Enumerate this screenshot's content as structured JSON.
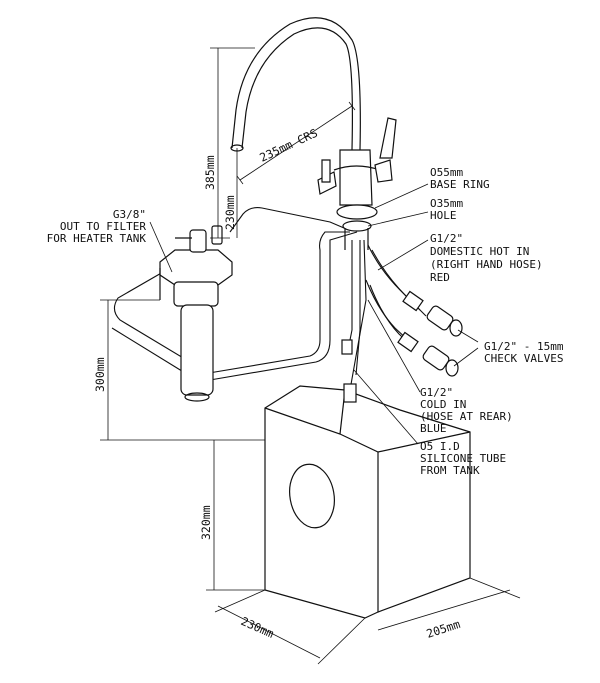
{
  "dimensions": {
    "crs": "235mm CRS",
    "spout_height": "385mm",
    "tap_height": "230mm",
    "filter_height": "300mm",
    "tank_height": "320mm",
    "tank_width": "230mm",
    "tank_depth": "205mm"
  },
  "labels": {
    "base_ring": [
      "O55mm",
      "BASE RING"
    ],
    "hole": [
      "O35mm",
      "HOLE"
    ],
    "domestic_hot": [
      "G1/2\"",
      "DOMESTIC HOT IN",
      "(RIGHT HAND HOSE)",
      "RED"
    ],
    "check_valves": [
      "G1/2\"  - 15mm",
      "CHECK VALVES"
    ],
    "cold_in": [
      "G1/2\"",
      "COLD IN",
      "(HOSE AT REAR)",
      "BLUE"
    ],
    "silicone": [
      "O5 I.D",
      "SILICONE TUBE",
      "FROM TANK"
    ],
    "filter_out": [
      "G3/8\"",
      "OUT TO FILTER",
      "FOR HEATER TANK"
    ]
  }
}
